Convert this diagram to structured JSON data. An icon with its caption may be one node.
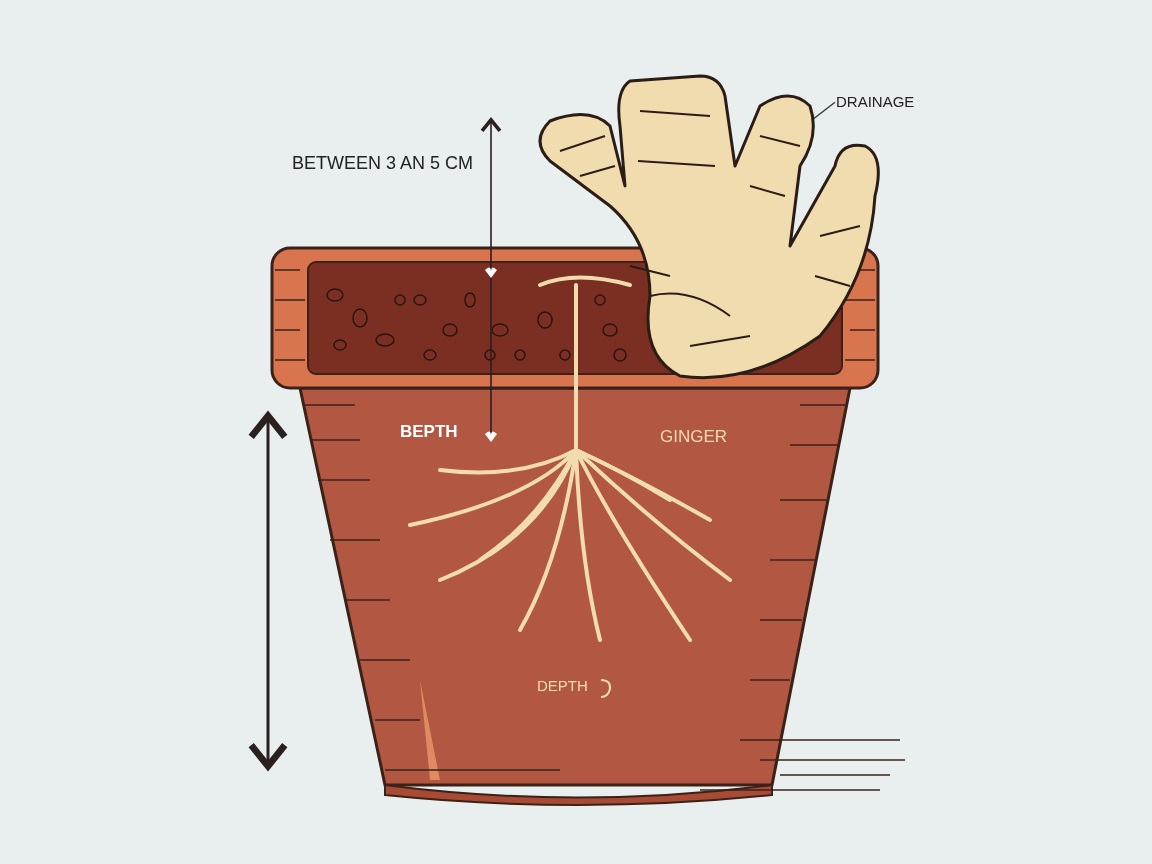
{
  "diagram": {
    "nodes": [
      {
        "text": [
          "DRAINAGE"
        ]
      },
      {
        "text": [],
        "shape": "picture"
      }
    ],
    "edges": [
      {
        "from": 0,
        "to": 1,
        "arrow": "none"
      }
    ],
    "labels": [
      "BETWEEN 3 AN 5 CM",
      "BEPTH",
      "GINGER",
      "DEPTH"
    ]
  }
}
